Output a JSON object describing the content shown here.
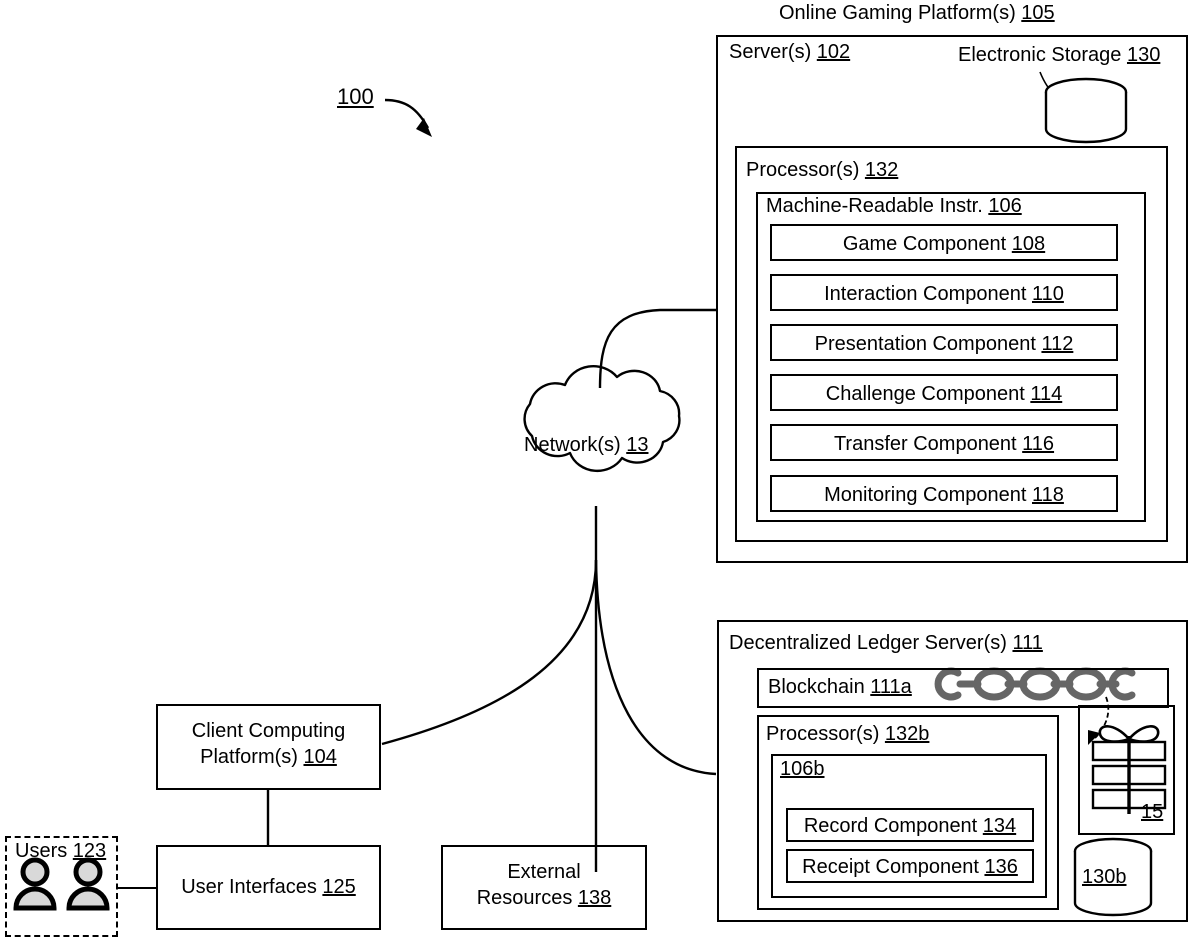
{
  "figure": {
    "reference_numeral": "100",
    "arrow_icon": "curved-arrow-icon"
  },
  "platform": {
    "title_text": "Online Gaming Platform(s) ",
    "title_ref": "105",
    "server": {
      "label_text": "Server(s) ",
      "label_ref": "102"
    },
    "electronic_storage": {
      "label_text": "Electronic Storage ",
      "label_ref": "130",
      "icon": "database-cylinder-icon"
    },
    "processor": {
      "label_text": "Processor(s) ",
      "label_ref": "132"
    },
    "instructions": {
      "label_text": "Machine-Readable Instr. ",
      "label_ref": "106"
    },
    "components": [
      {
        "name": "Game Component ",
        "ref": "108"
      },
      {
        "name": "Interaction Component ",
        "ref": "110"
      },
      {
        "name": "Presentation Component ",
        "ref": "112"
      },
      {
        "name": "Challenge Component ",
        "ref": "114"
      },
      {
        "name": "Transfer Component ",
        "ref": "116"
      },
      {
        "name": "Monitoring Component ",
        "ref": "118"
      }
    ]
  },
  "network": {
    "label_text": "Network(s)  ",
    "label_ref": "13",
    "icon": "cloud-icon"
  },
  "ledger": {
    "title_text": "Decentralized Ledger Server(s) ",
    "title_ref": "111",
    "blockchain": {
      "label_text": "Blockchain ",
      "label_ref": "111a",
      "icon": "chain-links-icon"
    },
    "processor": {
      "label_text": "Processor(s) ",
      "label_ref": "132b"
    },
    "instructions": {
      "label_ref": "106b"
    },
    "components": [
      {
        "name": "Record Component ",
        "ref": "134"
      },
      {
        "name": "Receipt Component ",
        "ref": "136"
      }
    ],
    "gift_item": {
      "label_ref": "15",
      "icon": "gift-books-with-bow-icon"
    },
    "storage": {
      "label_ref": "130b",
      "icon": "database-cylinder-icon"
    }
  },
  "client": {
    "line1": "Client Computing",
    "line2_text": "Platform(s) ",
    "line2_ref": "104"
  },
  "user_interfaces": {
    "label_text": "User Interfaces ",
    "label_ref": "125"
  },
  "users": {
    "label_text": "Users ",
    "label_ref": "123",
    "icon": "two-person-avatars-icon"
  },
  "external_resources": {
    "line1": "External",
    "line2_text": "Resources ",
    "line2_ref": "138"
  }
}
